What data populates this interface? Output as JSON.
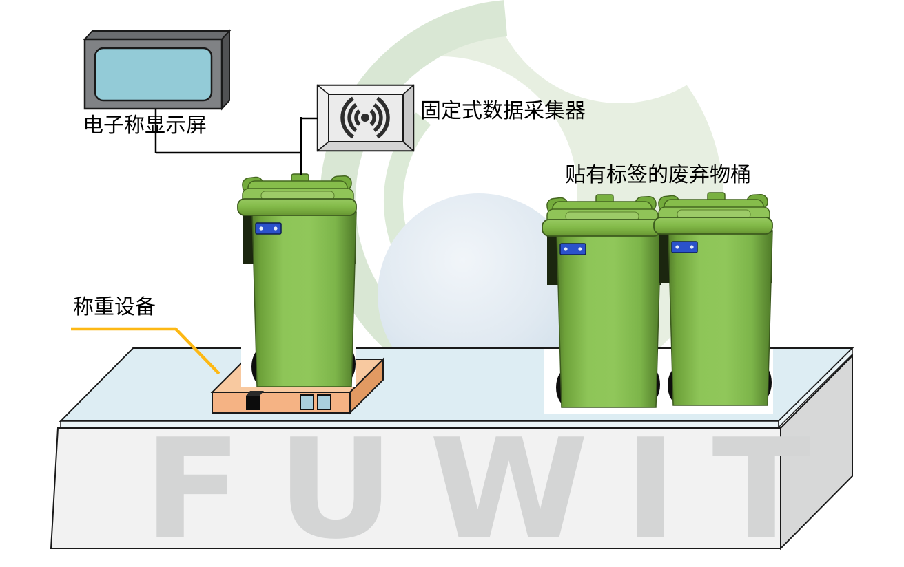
{
  "diagram": {
    "type": "RFID waste-bin weighing system schematic",
    "labels": {
      "display": "电子称显示屏",
      "collector": "固定式数据采集器",
      "weighing_device": "称重设备",
      "tagged_bins": "贴有标签的废弃物桶"
    },
    "watermark": "FUWIT"
  },
  "colors": {
    "bin_green": "#85bd4b",
    "lid_green": "#84bb4a",
    "tag_blue": "#2b52cb",
    "scale_front_orange": "#f5b384",
    "scale_top_orange": "#f8c9a0",
    "scale_side_orange": "#e29a62",
    "screen_blue": "#93cbd7",
    "monitor_gray": "#808285",
    "platform_top_blue": "#ddedf3",
    "platform_front_gray": "#f2f2f2",
    "platform_side_gray": "#d7d8d8",
    "leader_yellow": "#fdb814",
    "watermark_gray": "#d4d5d5",
    "logo_green_light": "#e7efe1",
    "logo_green_band": "#d9e7d4",
    "sphere_blue": "#cfdeea",
    "rfid_icon_dark": "#2d2d2d",
    "outline_black": "#1a1a1a"
  }
}
